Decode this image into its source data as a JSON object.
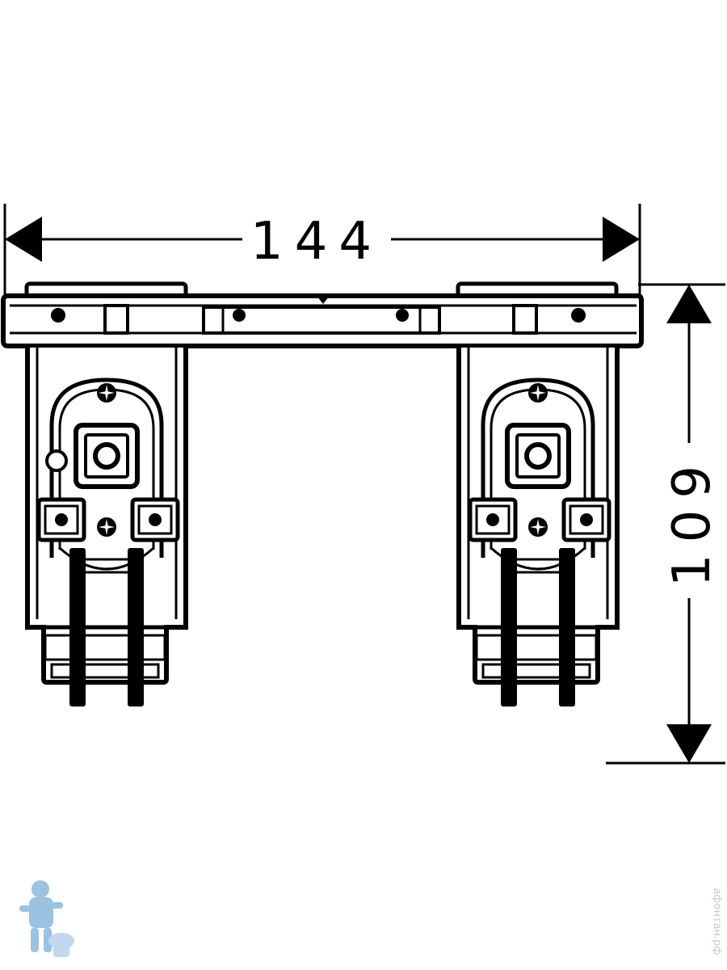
{
  "dimensions": {
    "width_label": "144",
    "height_label": "109"
  },
  "watermark": {
    "site_text": "афонтан.рф",
    "logo": "plumber-mascot-logo"
  },
  "icons": {
    "screw": "screw-icon",
    "square_port": "square-port-icon"
  },
  "colors": {
    "line": "#000000",
    "background": "#ffffff",
    "watermark": "#c8c8c8",
    "logo": "#8ab8dc"
  }
}
